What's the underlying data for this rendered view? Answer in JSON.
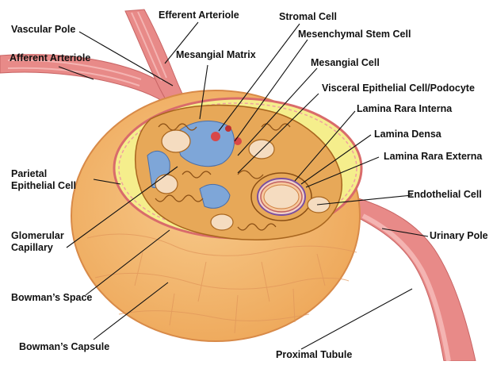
{
  "labels": {
    "vascular_pole": "Vascular Pole",
    "efferent_arteriole": "Efferent Arteriole",
    "stromal_cell": "Stromal Cell",
    "mesenchymal_stem_cell": "Mesenchymal Stem Cell",
    "afferent_arteriole": "Afferent Arteriole",
    "mesangial_matrix": "Mesangial Matrix",
    "mesangial_cell": "Mesangial Cell",
    "visceral_epithelial_cell": "Visceral Epithelial Cell/Podocyte",
    "lamina_rara_interna": "Lamina Rara Interna",
    "lamina_densa": "Lamina Densa",
    "lamina_rara_externa": "Lamina Rara Externa",
    "parietal_epithelial_cell_line1": "Parietal",
    "parietal_epithelial_cell_line2": "Epithelial Cell",
    "endothelial_cell": "Endothelial Cell",
    "glomerular_capillary_line1": "Glomerular",
    "glomerular_capillary_line2": "Capillary",
    "urinary_pole": "Urinary Pole",
    "bowmans_space": "Bowman’s Space",
    "bowmans_capsule": "Bowman’s Capsule",
    "proximal_tubule": "Proximal Tubule"
  },
  "colors": {
    "capsule": "#f2b66a",
    "capsule_line": "#e0955a",
    "space": "#f5ee8c",
    "vessel": "#e88a88",
    "vessel_light": "#f4b4b2",
    "podocyte": "#e8a95e",
    "blue_matrix": "#7ea6d8",
    "leader": "#111111"
  }
}
